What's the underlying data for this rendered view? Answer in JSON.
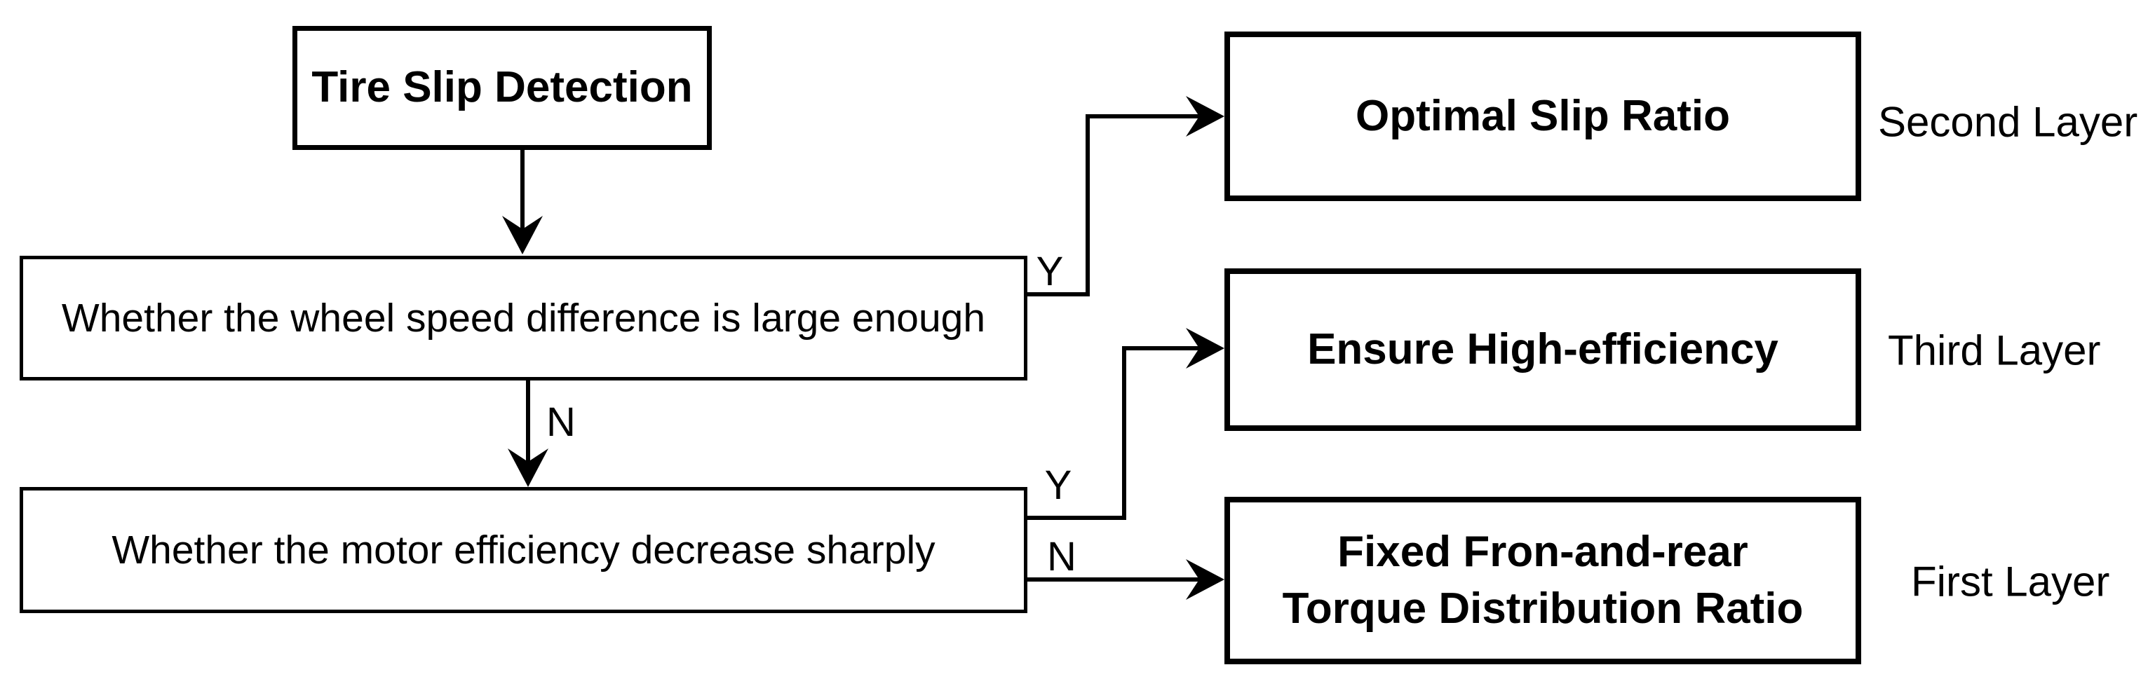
{
  "diagram": {
    "type": "flowchart",
    "colors": {
      "line": "#000000",
      "background": "#ffffff",
      "text": "#000000"
    },
    "nodes": [
      {
        "id": "tire_slip_detection",
        "label": "Tire Slip Detection",
        "style": "bold"
      },
      {
        "id": "wheel_speed_question",
        "label": "Whether the wheel speed difference is large enough",
        "style": "regular"
      },
      {
        "id": "motor_efficiency_question",
        "label": "Whether the motor efficiency decrease sharply",
        "style": "regular"
      },
      {
        "id": "optimal_slip_ratio",
        "label": "Optimal Slip Ratio",
        "style": "bold"
      },
      {
        "id": "ensure_high_efficiency",
        "label": "Ensure High-efficiency",
        "style": "bold"
      },
      {
        "id": "fixed_torque_ratio",
        "label": "Fixed Fron-and-rear\nTorque Distribution Ratio",
        "style": "bold"
      }
    ],
    "edges": [
      {
        "from": "tire_slip_detection",
        "to": "wheel_speed_question",
        "label": ""
      },
      {
        "from": "wheel_speed_question",
        "to": "optimal_slip_ratio",
        "label": "Y"
      },
      {
        "from": "wheel_speed_question",
        "to": "motor_efficiency_question",
        "label": "N"
      },
      {
        "from": "motor_efficiency_question",
        "to": "ensure_high_efficiency",
        "label": "Y"
      },
      {
        "from": "motor_efficiency_question",
        "to": "fixed_torque_ratio",
        "label": "N"
      }
    ],
    "side_labels": [
      {
        "label": "Second Layer",
        "for": "optimal_slip_ratio"
      },
      {
        "label": "Third Layer",
        "for": "ensure_high_efficiency"
      },
      {
        "label": "First Layer",
        "for": "fixed_torque_ratio"
      }
    ]
  }
}
